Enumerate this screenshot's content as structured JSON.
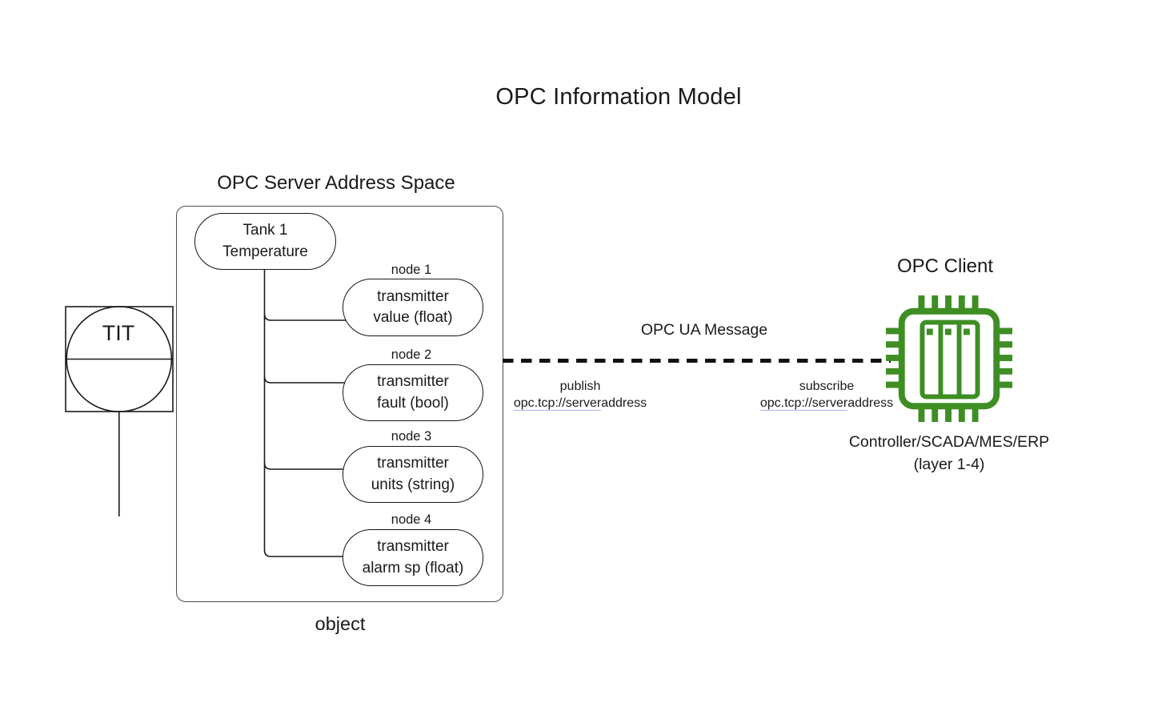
{
  "title": "OPC Information Model",
  "server": {
    "heading": "OPC Server Address Space",
    "object_caption": "object",
    "root": {
      "line1": "Tank 1",
      "line2": "Temperature"
    },
    "nodes": [
      {
        "label": "node 1",
        "line1": "transmitter",
        "line2": "value (float)"
      },
      {
        "label": "node 2",
        "line1": "transmitter",
        "line2": "fault (bool)"
      },
      {
        "label": "node 3",
        "line1": "transmitter",
        "line2": "units (string)"
      },
      {
        "label": "node 4",
        "line1": "transmitter",
        "line2": "alarm sp (float)"
      }
    ]
  },
  "instrument": {
    "tag": "TIT"
  },
  "link": {
    "message_label": "OPC UA Message",
    "publish_action": "publish",
    "publish_url_link": "opc.tcp://server",
    "publish_url_rest": "address",
    "subscribe_action": "subscribe",
    "subscribe_url_link": "opc.tcp://server",
    "subscribe_url_rest": "address"
  },
  "client": {
    "heading": "OPC Client",
    "icon": "chip-icon",
    "caption_line1": "Controller/SCADA/MES/ERP",
    "caption_line2": "(layer 1-4)"
  },
  "colors": {
    "chip_green": "#3e8e24",
    "link_underline": "#a9b4ea",
    "line_black": "#1a1a1a"
  }
}
